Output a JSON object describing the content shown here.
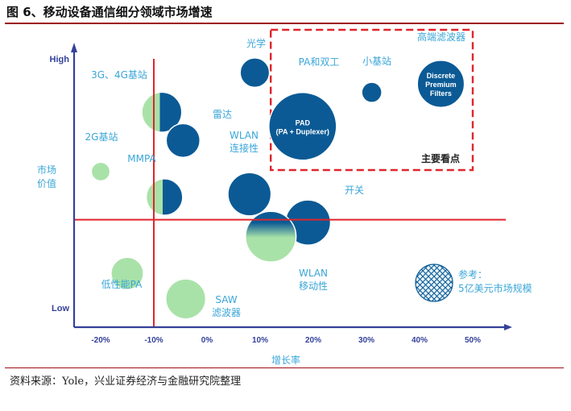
{
  "figure": {
    "title": "图 6、移动设备通信细分领域市场增速",
    "source": "资料来源：Yole，兴业证券经济与金融研究院整理"
  },
  "colors": {
    "dark_blue": "#0b5a95",
    "light_green": "#a9e2a8",
    "axis": "#33419a",
    "red": "#e0242b",
    "label": "#3aa6d8"
  },
  "chart_data": {
    "type": "scatter",
    "subtype": "bubble",
    "xlabel": "增长率",
    "ylabel": "市场价值",
    "x_ticks": [
      "-20%",
      "-10%",
      "0%",
      "10%",
      "20%",
      "30%",
      "40%",
      "50%"
    ],
    "y_ticks": [
      "Low",
      "High"
    ],
    "xlim": [
      -25,
      55
    ],
    "ylim": [
      0,
      100
    ],
    "y_scale": "qualitative (Low to High)",
    "grid": false,
    "reference_lines": {
      "x": -10,
      "y": 38
    },
    "highlight_box": {
      "x_range": [
        12,
        50
      ],
      "y_range": [
        60,
        100
      ],
      "label": "主要看点"
    },
    "legend": {
      "label": "参考：5亿美元市场规模",
      "placement": "bottom-right"
    },
    "points": [
      {
        "label": "光学",
        "x": 9,
        "y": 90,
        "size": 0.07,
        "style": "dark"
      },
      {
        "label": "PA和双工",
        "text_lines": [
          "PAD",
          "(PA + Duplexer)"
        ],
        "x": 18,
        "y": 71,
        "size": 0.5,
        "style": "dark"
      },
      {
        "label": "小基站",
        "x": 31,
        "y": 83,
        "size": 0.025,
        "style": "dark"
      },
      {
        "label": "高端滤波器",
        "text_lines": [
          "Discrete",
          "Premium",
          "Filters"
        ],
        "x": 44,
        "y": 86,
        "size": 0.22,
        "style": "dark"
      },
      {
        "label": "3G、4G基站",
        "x": -8.5,
        "y": 76,
        "size": 0.15,
        "style": "dual"
      },
      {
        "label": "雷达",
        "x": -4.5,
        "y": 66,
        "size": 0.1,
        "style": "dark"
      },
      {
        "label": "2G基站",
        "x": -20,
        "y": 55,
        "size": 0.02,
        "style": "light"
      },
      {
        "label": "MMPA",
        "x": -8,
        "y": 46,
        "size": 0.12,
        "style": "dual"
      },
      {
        "label": "WLAN连接性",
        "x": 8,
        "y": 47,
        "size": 0.18,
        "style": "dark"
      },
      {
        "label": "开关",
        "x": 19,
        "y": 37,
        "size": 0.2,
        "style": "dark"
      },
      {
        "label": "WLAN移动性",
        "x": 12,
        "y": 32,
        "size": 0.26,
        "style": "gradient"
      },
      {
        "label": "低性能PA",
        "x": -15,
        "y": 19,
        "size": 0.09,
        "style": "light"
      },
      {
        "label": "SAW滤波器",
        "x": -4,
        "y": 10,
        "size": 0.15,
        "style": "light"
      }
    ]
  }
}
